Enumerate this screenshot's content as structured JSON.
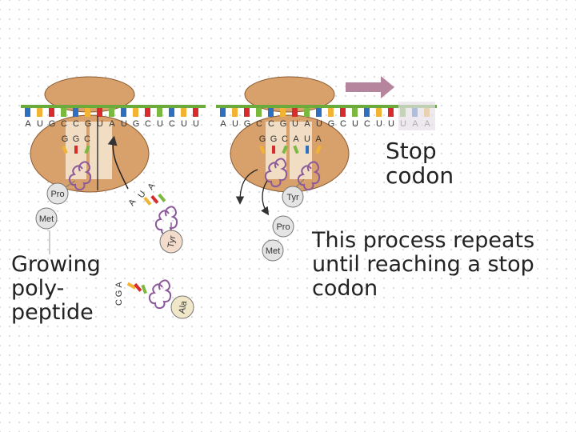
{
  "colors": {
    "ribosome": "#d8a06a",
    "ribosome_stroke": "#8a5a32",
    "site_band": "#f1dcc4",
    "mrna_backbone": "#6aab3c",
    "arrow": "#b5859d",
    "trna": "#8c5a9a",
    "amino_acid": "#f0e6c8",
    "amino_acid_tan": "#f3dccb",
    "amino_acid_grey": "#e4e4e4",
    "base_colors": [
      "#2e6fbf",
      "#f2b233",
      "#d92b2b",
      "#7bb840"
    ]
  },
  "panel_left": {
    "mrna_sequence": [
      "A",
      "U",
      "G",
      "C",
      "C",
      "G",
      "U",
      "A",
      "U",
      "G",
      "C",
      "U",
      "C",
      "U",
      "U"
    ],
    "p_site_anticodon": [
      "G",
      "G",
      "C"
    ],
    "incoming_anticodon": [
      "A",
      "U",
      "A"
    ],
    "incoming_amino_acid": "Tyr",
    "chain": [
      "Pro",
      "Met"
    ],
    "free_trna_anticodon": [
      "C",
      "G",
      "A"
    ],
    "free_trna_amino_acid": "Ala"
  },
  "panel_right": {
    "mrna_sequence": [
      "A",
      "U",
      "G",
      "C",
      "C",
      "G",
      "U",
      "A",
      "U",
      "G",
      "C",
      "U",
      "C",
      "U",
      "U",
      "U",
      "A",
      "A"
    ],
    "anticodons": [
      "G",
      "G",
      "C",
      "A",
      "U",
      "A"
    ],
    "chain": [
      "Tyr",
      "Pro",
      "Met"
    ]
  },
  "labels": {
    "growing_polypeptide": [
      "Growing",
      "poly-",
      "peptide"
    ],
    "stop_codon": [
      "Stop",
      "codon"
    ],
    "process_note": [
      "This process repeats",
      "until reaching a stop",
      "codon"
    ]
  }
}
